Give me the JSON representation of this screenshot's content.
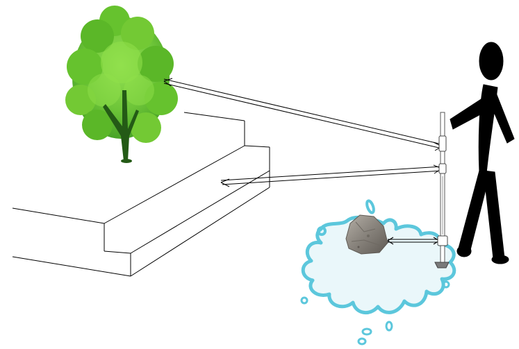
{
  "scene": {
    "objects": [
      {
        "id": "tree",
        "name": "tree"
      },
      {
        "id": "stairs",
        "name": "stairs"
      },
      {
        "id": "person",
        "name": "person"
      },
      {
        "id": "cane",
        "name": "smart-cane"
      },
      {
        "id": "puddle",
        "name": "water-puddle"
      },
      {
        "id": "rock",
        "name": "rock"
      }
    ],
    "detections": [
      {
        "from": "cane-top-sensor",
        "to": "tree"
      },
      {
        "from": "cane-middle-sensor",
        "to": "stairs"
      },
      {
        "from": "cane-bottom-sensor",
        "to": "rock"
      }
    ],
    "colors": {
      "tree_leaf_dark": "#3f9e1c",
      "tree_leaf": "#66c22e",
      "tree_leaf_light": "#8fe04a",
      "trunk": "#245a16",
      "person": "#000000",
      "water_outline": "#5cc7dc",
      "water_fill": "#eaf7fa",
      "rock": "#8b867f",
      "rock_shadow": "#5f5a54",
      "line": "#000000"
    }
  }
}
